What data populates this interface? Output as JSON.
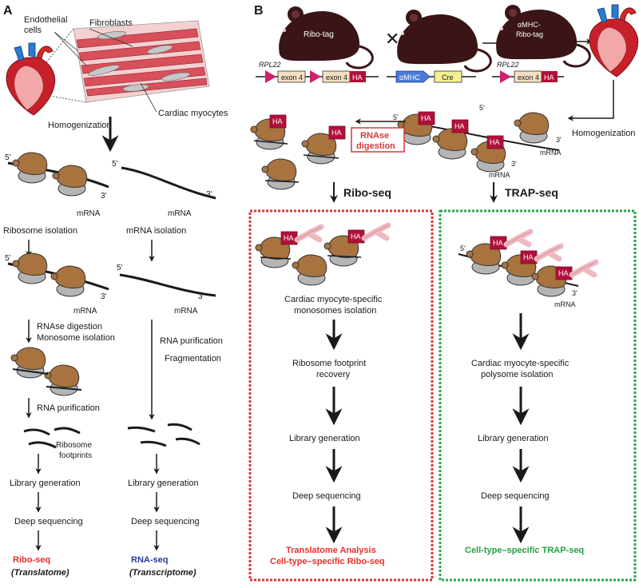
{
  "panelA": {
    "label": "A",
    "cells": {
      "fibroblasts": "Fibroblasts",
      "endothelial_1": "Endothelial",
      "endothelial_2": "cells",
      "myocytes": "Cardiac myocytes"
    },
    "homogenization": "Homogenization",
    "five_prime": "5'",
    "three_prime": "3'",
    "mrna": "mRNA",
    "left": {
      "ribosome_isolation": "Ribosome isolation",
      "rnase_digestion": "RNAse digestion",
      "monosome_isolation": "Monosome isolation",
      "rna_purification": "RNA purification",
      "footprints_1": "Ribosome",
      "footprints_2": "footprints",
      "library": "Library generation",
      "sequencing": "Deep sequencing",
      "result_title": "Ribo-seq",
      "result_sub": "(Translatome)"
    },
    "right": {
      "mrna_isolation": "mRNA isolation",
      "rna_purification": "RNA purification",
      "fragmentation": "Fragmentation",
      "library": "Library generation",
      "sequencing": "Deep sequencing",
      "result_title": "RNA-seq",
      "result_sub": "(Transcriptome)"
    }
  },
  "panelB": {
    "label": "B",
    "mice": {
      "ribo_tag": "Ribo-tag",
      "cross": "✕",
      "amhc_1": "αMHC-",
      "amhc_2": "Ribo-tag"
    },
    "constructs": {
      "rpl22": "RPL22",
      "exon4": "exon 4",
      "ha": "HA",
      "amhc": "αMHC",
      "cre": "Cre"
    },
    "homogenization": "Homogenization",
    "rnase_1": "RNAse",
    "rnase_2": "digestion",
    "five_prime": "5'",
    "three_prime": "3'",
    "mrna": "mRNA",
    "ha": "HA",
    "riboseq": {
      "header": "Ribo-seq",
      "step1_1": "Cardiac myocyte-specific",
      "step1_2": "monosomes isolation",
      "step2_1": "Ribosome footprint",
      "step2_2": "recovery",
      "library": "Library generation",
      "sequencing": "Deep sequencing",
      "result_1": "Translatome Analysis",
      "result_2": "Cell-type–specific Ribo-seq"
    },
    "trapseq": {
      "header": "TRAP-seq",
      "step1_1": "Cardiac myocyte-specific",
      "step1_2": "polysome isolation",
      "library": "Library generation",
      "sequencing": "Deep sequencing",
      "result": "Cell-type–specific TRAP-seq"
    }
  },
  "colors": {
    "ribosome_large": "#a8733f",
    "ribosome_small": "#b5b5b5",
    "ha_tag": "#b0103a",
    "antibody": "#f0b8c0",
    "ribo_box": "#d33a3a",
    "trap_box": "#2aa84a",
    "riboseq_text": "#e8302a",
    "rnaseq_text": "#2a3a9a",
    "trap_text": "#22a040",
    "mouse": "#3a1416"
  }
}
